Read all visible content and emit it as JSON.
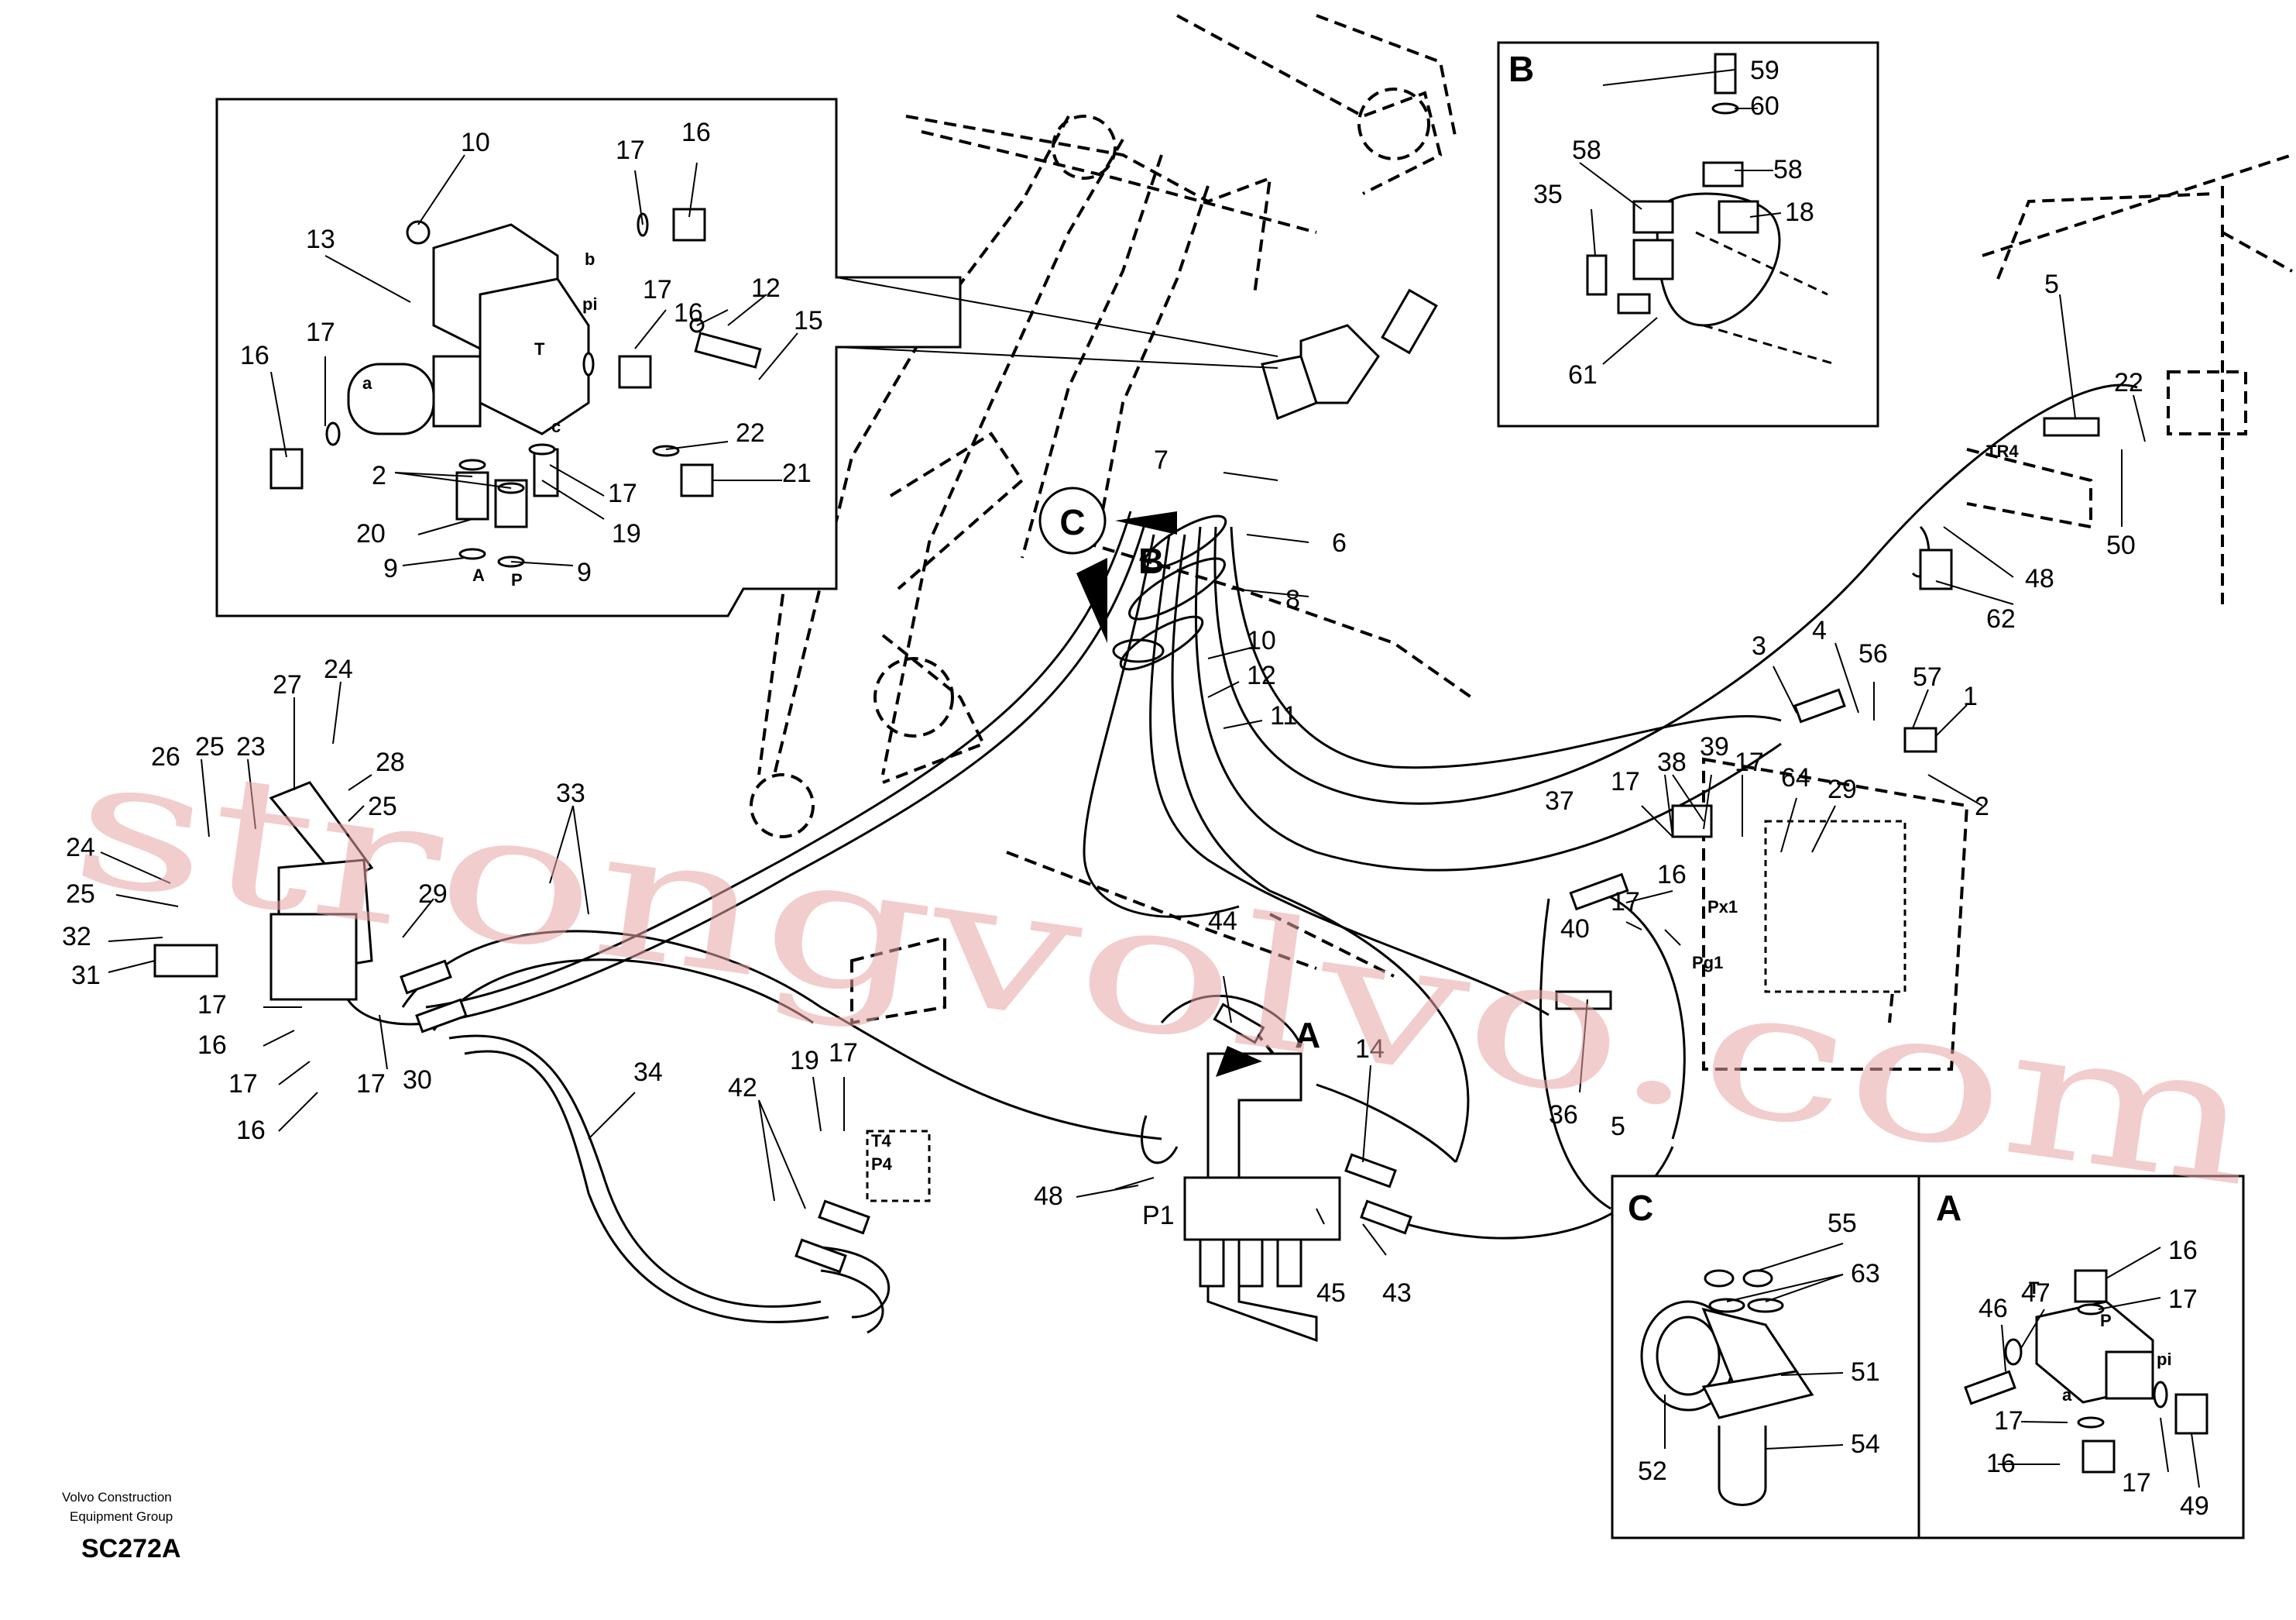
{
  "diagram": {
    "labels": {
      "n1": "1",
      "n2": "2",
      "n3": "3",
      "n4": "4",
      "n5": "5",
      "n6": "6",
      "n7": "7",
      "n8": "8",
      "n9": "9",
      "n10": "10",
      "n11": "11",
      "n12": "12",
      "n13": "13",
      "n14": "14",
      "n15": "15",
      "n16": "16",
      "n17": "17",
      "n18": "18",
      "n19": "19",
      "n20": "20",
      "n21": "21",
      "n22": "22",
      "n23": "23",
      "n24": "24",
      "n25": "25",
      "n26": "26",
      "n27": "27",
      "n28": "28",
      "n29": "29",
      "n30": "30",
      "n31": "31",
      "n32": "32",
      "n33": "33",
      "n34": "34",
      "n35": "35",
      "n36": "36",
      "n37": "37",
      "n38": "38",
      "n39": "39",
      "n40": "40",
      "n42": "42",
      "n43": "43",
      "n44": "44",
      "n45": "45",
      "n46": "46",
      "n47": "47",
      "n48": "48",
      "n49": "49",
      "n50": "50",
      "n51": "51",
      "n52": "52",
      "n54": "54",
      "n55": "55",
      "n56": "56",
      "n57": "57",
      "n58": "58",
      "n59": "59",
      "n60": "60",
      "n61": "61",
      "n62": "62",
      "n63": "63",
      "n64": "64",
      "p5": "5",
      "p16": "16",
      "p19": "19"
    },
    "ports": {
      "A": "A",
      "P": "P",
      "b": "b",
      "c": "c",
      "pi": "pi",
      "T": "T",
      "a": "a",
      "TR4": "TR4",
      "Px1": "Px1",
      "Pg1": "Pg1",
      "T4": "T4",
      "P4": "P4",
      "P1": "P1"
    },
    "callouts": {
      "A": "A",
      "B": "B",
      "C": "C"
    },
    "footer": {
      "line1": "Volvo Construction",
      "line2": "Equipment Group",
      "code": "SC272A"
    },
    "watermark": "strongvolvo.com"
  }
}
